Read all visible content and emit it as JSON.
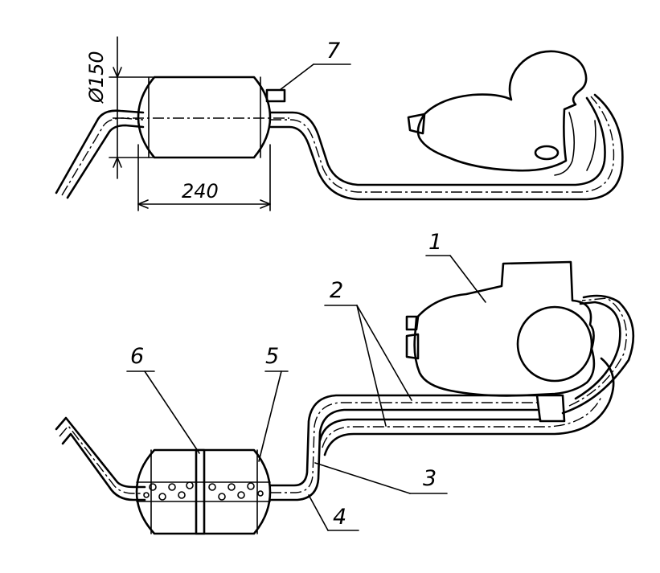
{
  "dimensions": {
    "diameter": "Ø150",
    "length": "240"
  },
  "callouts": {
    "n1": "1",
    "n2": "2",
    "n3": "3",
    "n4": "4",
    "n5": "5",
    "n6": "6",
    "n7": "7"
  },
  "colors": {
    "ink": "#000000",
    "paper": "#ffffff"
  }
}
